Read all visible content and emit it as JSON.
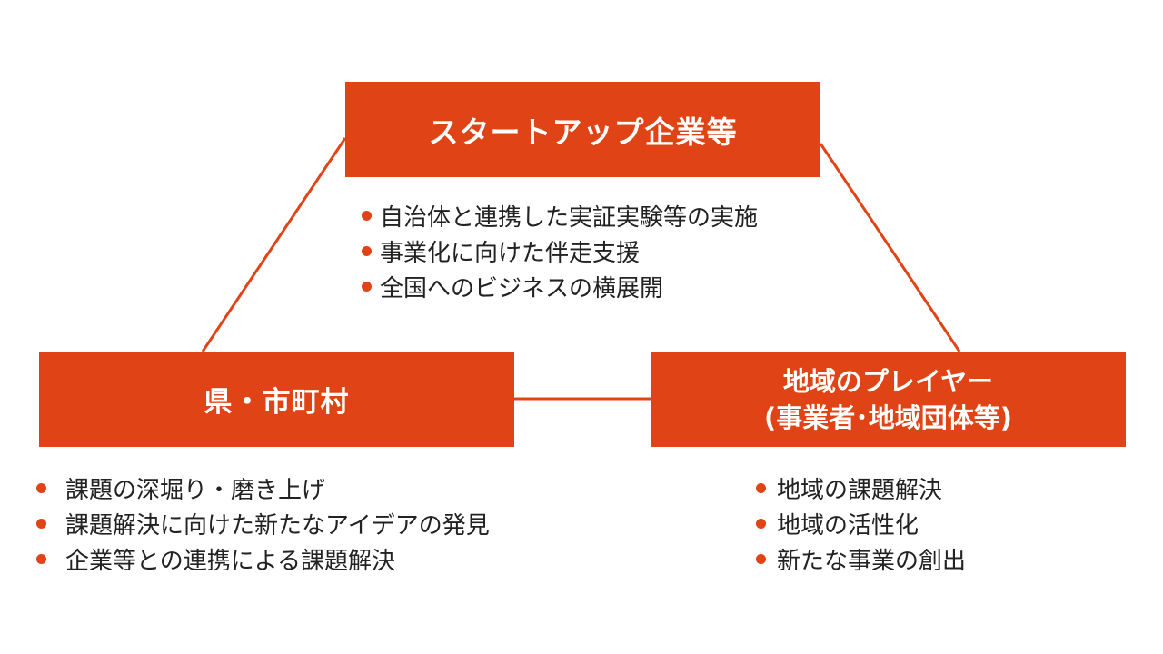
{
  "colors": {
    "accent": "#e04416",
    "text": "#222222",
    "box_text": "#ffffff",
    "background": "#ffffff"
  },
  "nodes": {
    "top": {
      "title": "スタートアップ企業等",
      "bullets": [
        "自治体と連携した実証実験等の実施",
        "事業化に向けた伴走支援",
        "全国へのビジネスの横展開"
      ]
    },
    "left": {
      "title": "県・市町村",
      "bullets": [
        "課題の深堀り・磨き上げ",
        "課題解決に向けた新たなアイデアの発見",
        "企業等との連携による課題解決"
      ]
    },
    "right": {
      "title_line1": "地域のプレイヤー",
      "title_line2": "(事業者･地域団体等)",
      "bullets": [
        "地域の課題解決",
        "地域の活性化",
        "新たな事業の創出"
      ]
    }
  }
}
